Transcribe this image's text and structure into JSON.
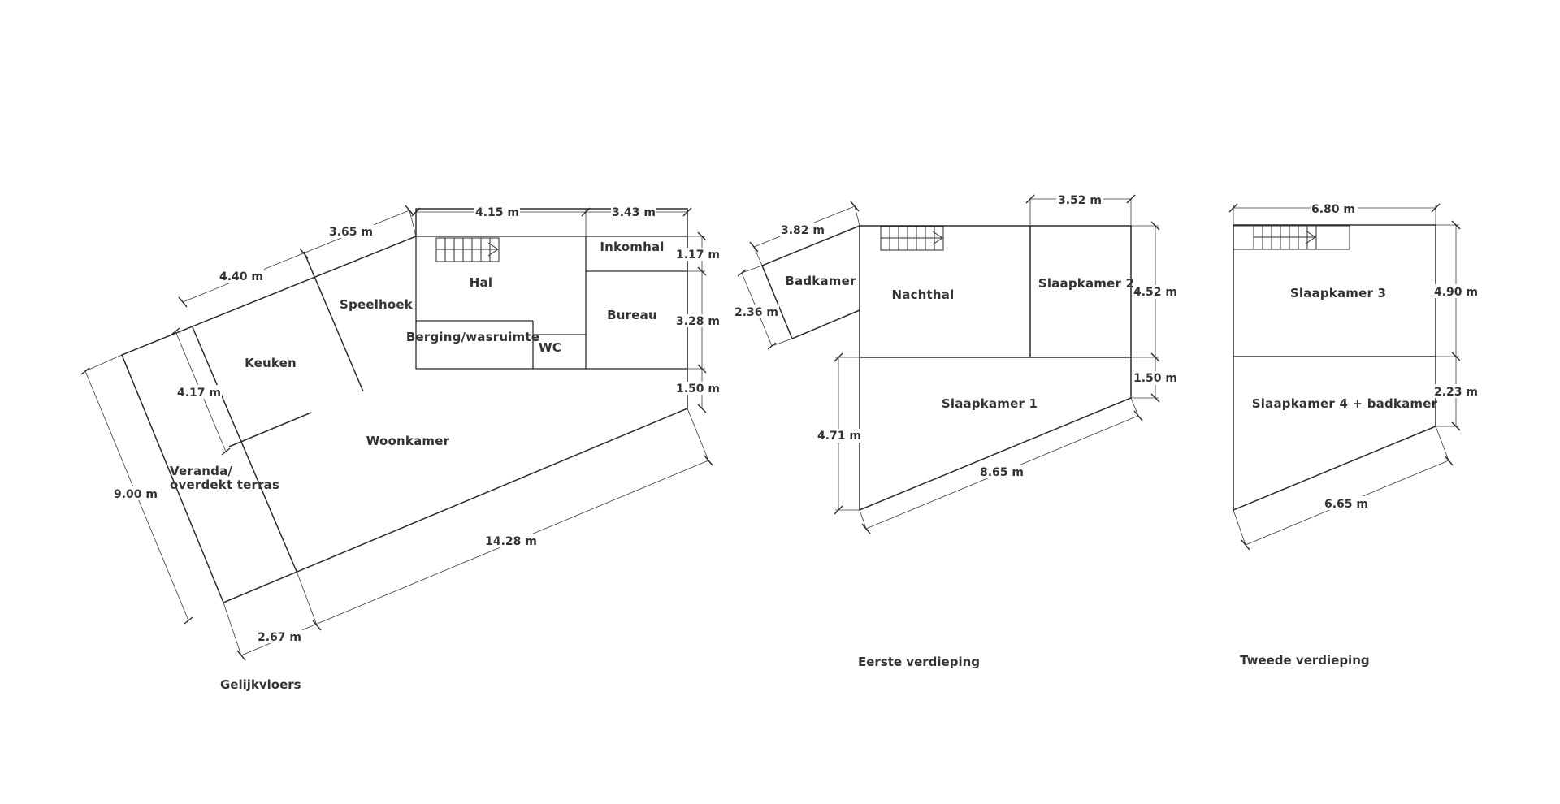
{
  "floors": {
    "ground": {
      "title": "Gelijkvloers",
      "rooms": {
        "hal": "Hal",
        "inkomhal": "Inkomhal",
        "bureau": "Bureau",
        "berging": "Berging/wasruimte",
        "wc": "WC",
        "speelhoek": "Speelhoek",
        "keuken": "Keuken",
        "woonkamer": "Woonkamer",
        "veranda_line1": "Veranda/",
        "veranda_line2": "overdekt terras"
      },
      "dims": {
        "top_hal": "4.15 m",
        "top_inkom": "3.43 m",
        "right_inkom": "1.17 m",
        "right_bureau": "3.28 m",
        "right_bottom": "1.50 m",
        "diag_speelhoek": "3.65 m",
        "diag_keuken": "4.40 m",
        "keuken_inner": "4.17 m",
        "left_total": "9.00 m",
        "bottom_total": "14.28 m",
        "bottom_veranda": "2.67 m"
      }
    },
    "first": {
      "title": "Eerste verdieping",
      "rooms": {
        "badkamer": "Badkamer",
        "nachthal": "Nachthal",
        "slaapkamer2": "Slaapkamer 2",
        "slaapkamer1": "Slaapkamer 1"
      },
      "dims": {
        "top_slaap2": "3.52 m",
        "right_slaap2": "4.52 m",
        "right_bottom": "1.50 m",
        "bad_top": "3.82 m",
        "bad_left": "2.36 m",
        "left_slaap1": "4.71 m",
        "bottom_slaap1": "8.65 m"
      }
    },
    "second": {
      "title": "Tweede verdieping",
      "rooms": {
        "slaapkamer3": "Slaapkamer 3",
        "slaapkamer4": "Slaapkamer 4 + badkamer"
      },
      "dims": {
        "top": "6.80 m",
        "right_top": "4.90 m",
        "right_bottom": "2.23 m",
        "bottom": "6.65 m"
      }
    }
  }
}
